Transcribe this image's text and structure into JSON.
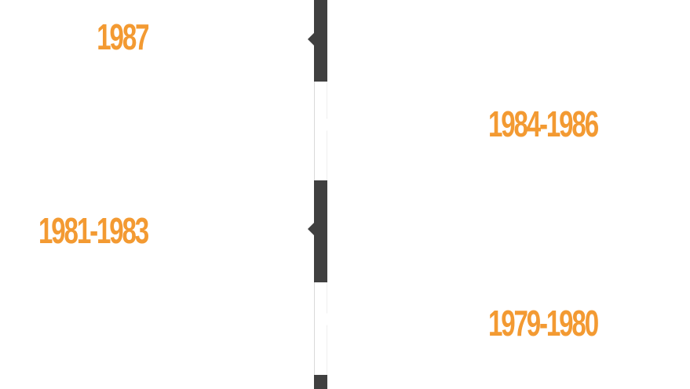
{
  "timeline": {
    "accent_color": "#f39a32",
    "axis_dark_color": "#404040",
    "entries": [
      {
        "year_label": "1987",
        "side": "left"
      },
      {
        "year_label": "1984-1986",
        "side": "right"
      },
      {
        "year_label": "1981-1983",
        "side": "left"
      },
      {
        "year_label": "1979-1980",
        "side": "right"
      }
    ]
  }
}
